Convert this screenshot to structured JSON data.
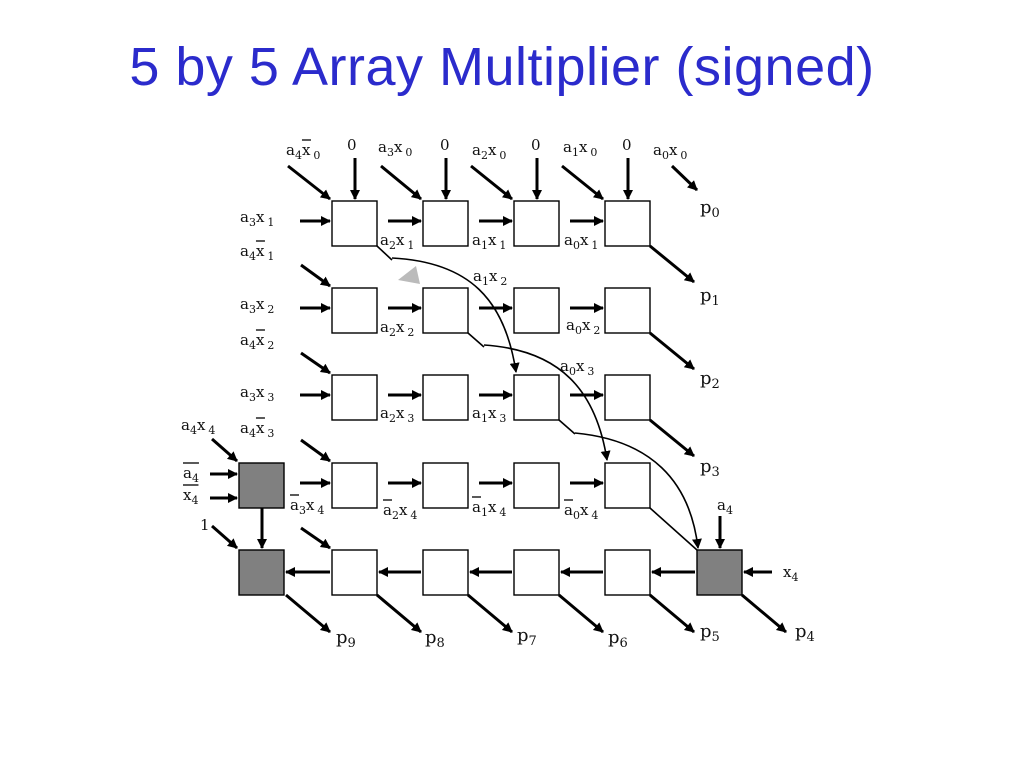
{
  "title": "5 by 5 Array Multiplier (signed)",
  "colors": {
    "title": "#2b2bcc",
    "cell_fill": "#ffffff",
    "sign_cell_fill": "#808080",
    "stroke": "#000000",
    "highlight_arrow": "#bbbbbb"
  },
  "labels": {
    "top_inputs": [
      {
        "id": "t-a4x0",
        "base": "a",
        "sub": "4",
        "var": "x",
        "sub2": "0",
        "bar_var": true
      },
      {
        "id": "t-0a",
        "text": "0"
      },
      {
        "id": "t-a3x0",
        "base": "a",
        "sub": "3",
        "var": "x",
        "sub2": "0"
      },
      {
        "id": "t-0b",
        "text": "0"
      },
      {
        "id": "t-a2x0",
        "base": "a",
        "sub": "2",
        "var": "x",
        "sub2": "0"
      },
      {
        "id": "t-0c",
        "text": "0"
      },
      {
        "id": "t-a1x0",
        "base": "a",
        "sub": "1",
        "var": "x",
        "sub2": "0"
      },
      {
        "id": "t-0d",
        "text": "0"
      },
      {
        "id": "t-a0x0",
        "base": "a",
        "sub": "0",
        "var": "x",
        "sub2": "0"
      }
    ],
    "left_inputs": [
      {
        "id": "l-a3x1",
        "base": "a",
        "sub": "3",
        "var": "x",
        "sub2": "1"
      },
      {
        "id": "l-a4x1",
        "base": "a",
        "sub": "4",
        "var": "x",
        "sub2": "1",
        "bar_var": true
      },
      {
        "id": "l-a3x2",
        "base": "a",
        "sub": "3",
        "var": "x",
        "sub2": "2"
      },
      {
        "id": "l-a4x2",
        "base": "a",
        "sub": "4",
        "var": "x",
        "sub2": "2",
        "bar_var": true
      },
      {
        "id": "l-a3x3",
        "base": "a",
        "sub": "3",
        "var": "x",
        "sub2": "3"
      },
      {
        "id": "l-a4x3",
        "base": "a",
        "sub": "4",
        "var": "x",
        "sub2": "3",
        "bar_var": true
      },
      {
        "id": "l-a4x4",
        "base": "a",
        "sub": "4",
        "var": "x",
        "sub2": "4"
      },
      {
        "id": "l-a4bar",
        "base": "a",
        "sub": "4",
        "bar_all": true
      },
      {
        "id": "l-x4bar",
        "base": "x",
        "sub": "4",
        "bar_all": true
      },
      {
        "id": "l-one",
        "text": "1"
      },
      {
        "id": "l-a3barx4",
        "base": "a",
        "sub": "3",
        "var": "x",
        "sub2": "4",
        "bar_base": true
      }
    ],
    "inner_inputs": [
      {
        "id": "i-a2x1",
        "base": "a",
        "sub": "2",
        "var": "x",
        "sub2": "1"
      },
      {
        "id": "i-a1x1",
        "base": "a",
        "sub": "1",
        "var": "x",
        "sub2": "1"
      },
      {
        "id": "i-a0x1",
        "base": "a",
        "sub": "0",
        "var": "x",
        "sub2": "1"
      },
      {
        "id": "i-a1x2",
        "base": "a",
        "sub": "1",
        "var": "x",
        "sub2": "2"
      },
      {
        "id": "i-a2x2",
        "base": "a",
        "sub": "2",
        "var": "x",
        "sub2": "2"
      },
      {
        "id": "i-a0x2",
        "base": "a",
        "sub": "0",
        "var": "x",
        "sub2": "2"
      },
      {
        "id": "i-a0x3",
        "base": "a",
        "sub": "0",
        "var": "x",
        "sub2": "3"
      },
      {
        "id": "i-a2x3",
        "base": "a",
        "sub": "2",
        "var": "x",
        "sub2": "3"
      },
      {
        "id": "i-a1x3",
        "base": "a",
        "sub": "1",
        "var": "x",
        "sub2": "3"
      },
      {
        "id": "i-a2barx4",
        "base": "a",
        "sub": "2",
        "var": "x",
        "sub2": "4",
        "bar_base": true
      },
      {
        "id": "i-a1barx4",
        "base": "a",
        "sub": "1",
        "var": "x",
        "sub2": "4",
        "bar_base": true
      },
      {
        "id": "i-a0barx4",
        "base": "a",
        "sub": "0",
        "var": "x",
        "sub2": "4",
        "bar_base": true
      },
      {
        "id": "i-a4",
        "base": "a",
        "sub": "4"
      },
      {
        "id": "i-x4",
        "base": "x",
        "sub": "4"
      }
    ],
    "outputs": [
      {
        "id": "p0",
        "base": "p",
        "sub": "0"
      },
      {
        "id": "p1",
        "base": "p",
        "sub": "1"
      },
      {
        "id": "p2",
        "base": "p",
        "sub": "2"
      },
      {
        "id": "p3",
        "base": "p",
        "sub": "3"
      },
      {
        "id": "p4",
        "base": "p",
        "sub": "4"
      },
      {
        "id": "p5",
        "base": "p",
        "sub": "5"
      },
      {
        "id": "p6",
        "base": "p",
        "sub": "6"
      },
      {
        "id": "p7",
        "base": "p",
        "sub": "7"
      },
      {
        "id": "p8",
        "base": "p",
        "sub": "8"
      },
      {
        "id": "p9",
        "base": "p",
        "sub": "9"
      }
    ]
  }
}
